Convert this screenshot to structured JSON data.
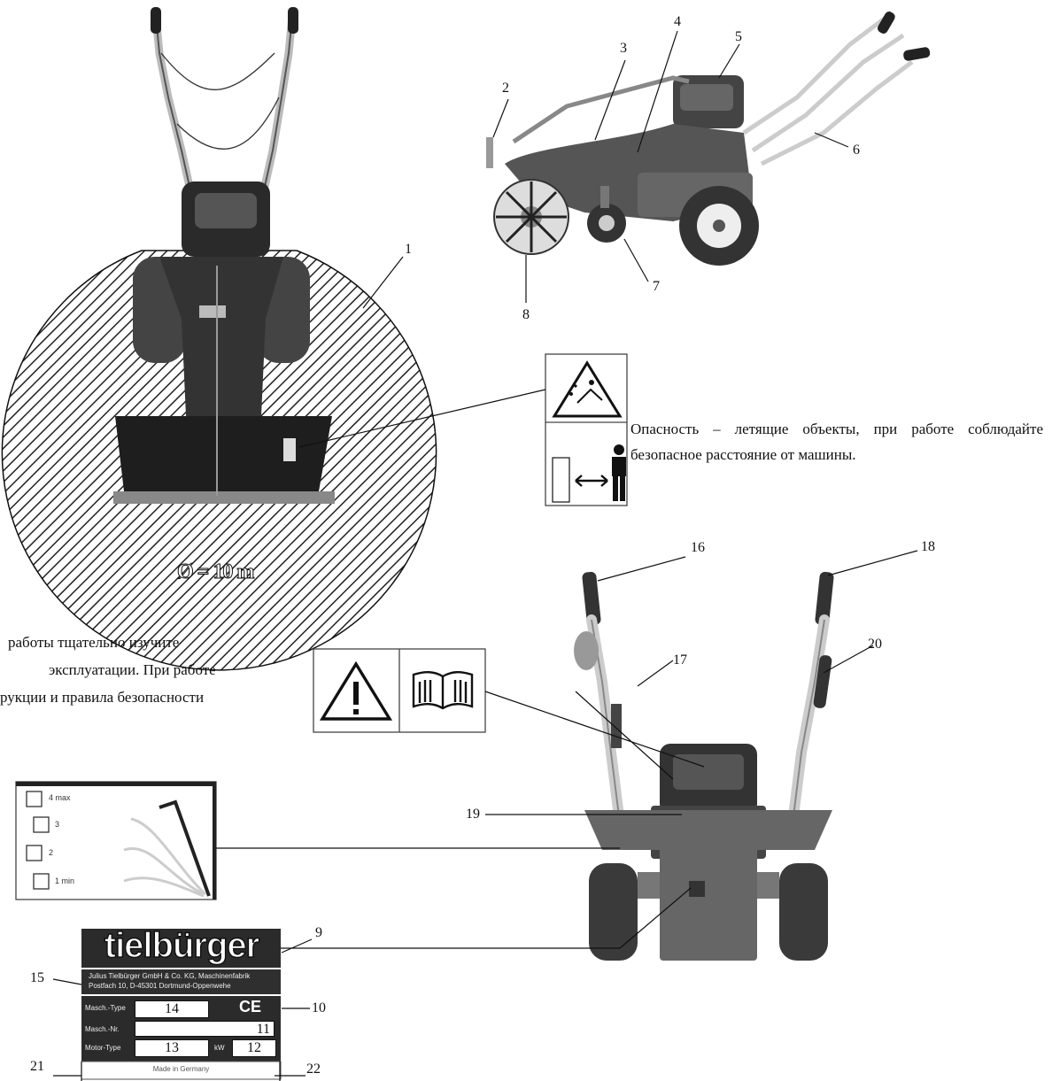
{
  "callouts": {
    "c1": "1",
    "c2": "2",
    "c3": "3",
    "c4": "4",
    "c5": "5",
    "c6": "6",
    "c7": "7",
    "c8": "8",
    "c9": "9",
    "c10": "10",
    "c15": "15",
    "c16": "16",
    "c17": "17",
    "c18": "18",
    "c19": "19",
    "c20": "20",
    "c21": "21",
    "c22": "22"
  },
  "danger_radius": "Ø = 10 m",
  "warning_flying_objects": "Опасность – летящие объекты, при работе соблюдайте безопасное расстояние от машины.",
  "instructions_text": {
    "line1": [
      "работы",
      "тщательно",
      "изучите"
    ],
    "line2": [
      "эксплуатации.",
      "При",
      "работе"
    ],
    "line3": "рукции и правила безопасности"
  },
  "height_scale": {
    "levels": [
      "4 max",
      "3",
      "2",
      "1 min"
    ]
  },
  "nameplate": {
    "brand": "tielbürger",
    "manufacturer_line1": "Julius Tielbürger GmbH & Co. KG, Maschinenfabrik",
    "manufacturer_line2": "Postfach 10, D-45301 Dortmund-Oppenwehe",
    "mach_type_label": "Masch.-Type",
    "mach_nr_label": "Masch.-Nr.",
    "motor_type_label": "Motor-Type",
    "kw_label": "kW",
    "mach_type_field": "14",
    "mach_nr_field": "11",
    "motor_type_field": "13",
    "kw_field": "12",
    "ce_mark": "CE",
    "made_in": "Made in Germany"
  }
}
